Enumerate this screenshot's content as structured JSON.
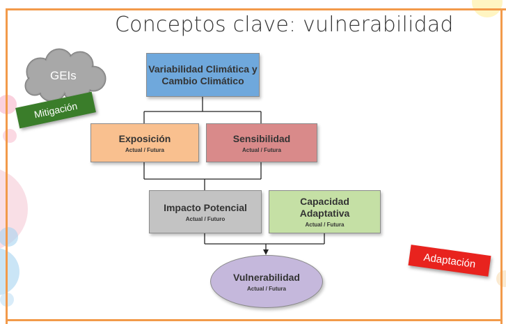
{
  "title": "Conceptos clave: vulnerabilidad",
  "boxes": {
    "variabilidad": {
      "main": "Variabilidad Climática y Cambio Climático"
    },
    "exposicion": {
      "main": "Exposición",
      "sub": "Actual / Futura"
    },
    "sensibilidad": {
      "main": "Sensibilidad",
      "sub": "Actual / Futura"
    },
    "impacto": {
      "main": "Impacto Potencial",
      "sub": "Actual / Futuro"
    },
    "capacidad": {
      "main": "Capacidad Adaptativa",
      "sub": "Actual / Futura"
    },
    "vulnerabilidad": {
      "main": "Vulnerabilidad",
      "sub": "Actual / Futura"
    }
  },
  "cloud_label": "GEIs",
  "tags": {
    "mitigacion": "Mitigación",
    "adaptacion": "Adaptación"
  },
  "colors": {
    "variabilidad": "#6fa8dc",
    "exposicion": "#f9c08f",
    "sensibilidad": "#d98a8a",
    "impacto": "#c3c3c3",
    "capacidad": "#c5e0a5",
    "vulnerabilidad": "#c5b8dc",
    "mitigacion": "#3a7d2a",
    "adaptacion": "#e8231e",
    "frame": "#f29a4a"
  }
}
